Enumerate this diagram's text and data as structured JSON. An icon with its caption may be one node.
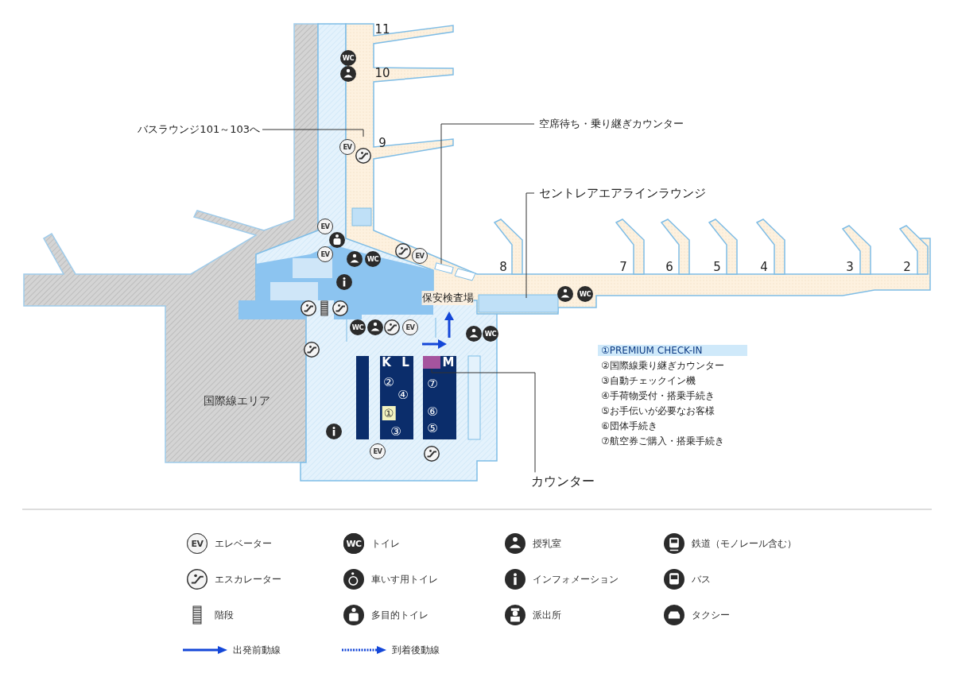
{
  "diagram": {
    "nodes": [
      {
        "text": [
          "バスラウンジ101～103へ"
        ]
      },
      {
        "text": [
          "空席待ち・乗り継ぎカウンター"
        ]
      },
      {
        "text": [
          "セントレアエアラインラウンジ"
        ]
      },
      {
        "text": [
          "カウンター"
        ]
      },
      {
        "text": [],
        "shape": "box"
      },
      {
        "text": [],
        "shape": "box"
      }
    ],
    "edges": [
      {
        "from": 0,
        "to": null,
        "arrow": "none"
      },
      {
        "from": 1,
        "to": 5,
        "arrow": "none"
      },
      {
        "from": 2,
        "to": null,
        "arrow": "none"
      },
      {
        "from": 3,
        "to": 4,
        "arrow": "none"
      }
    ],
    "labels": [
      "11",
      "WC",
      "10",
      "EV",
      "9",
      "EV",
      "EV",
      "WC",
      "EV",
      "8",
      "7",
      "6",
      "5",
      "4",
      "3",
      "2",
      "保安検査場",
      "WC",
      "WC",
      "EV",
      "WC",
      "K",
      "L",
      "M",
      "②",
      "④",
      "⑦",
      "①",
      "⑥",
      "③",
      "⑤",
      "国際線エリア",
      "①PREMIUM CHECK-IN",
      "②国際線乗り継ぎカウンター",
      "③自動チェックイン機",
      "④手荷物受付・搭乗手続き",
      "⑤お手伝いが必要なお客様",
      "⑥団体手続き",
      "⑦航空券ご購入・搭乗手続き",
      "EV",
      "EV",
      "WC"
    ],
    "legend": [
      {
        "text": "エレベーター"
      },
      {
        "text": "トイレ"
      },
      {
        "text": "授乳室"
      },
      {
        "text": "鉄道（モノレール含む）"
      },
      {
        "text": "エスカレーター"
      },
      {
        "text": "車いす用トイレ"
      },
      {
        "text": "インフォメーション"
      },
      {
        "text": "バス"
      },
      {
        "text": "階段"
      },
      {
        "text": "多目的トイレ"
      },
      {
        "text": "派出所"
      },
      {
        "text": "タクシー"
      },
      {
        "text": "出発前動線"
      },
      {
        "text": "到着後動線"
      }
    ]
  }
}
